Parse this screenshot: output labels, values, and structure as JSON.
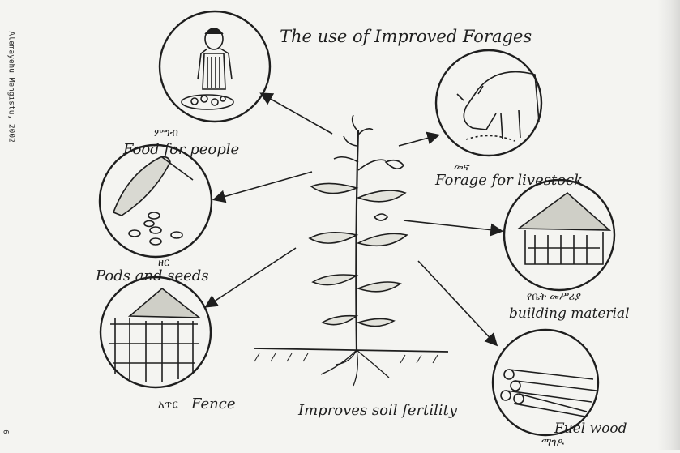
{
  "title": "The use of Improved Forages",
  "side_text": "Alemayehu Mengistu, 2002",
  "page_number": "6",
  "center": {
    "label": "Improves soil fertility"
  },
  "uses": [
    {
      "id": "food",
      "label": "Food for people",
      "amharic": "ምግብ"
    },
    {
      "id": "forage",
      "label": "Forage for livestock",
      "amharic": "መኖ"
    },
    {
      "id": "pods",
      "label": "Pods and seeds",
      "amharic": "ዘር"
    },
    {
      "id": "building",
      "label": "building material",
      "amharic": "የቤት መሥሪያ"
    },
    {
      "id": "fence",
      "label": "Fence",
      "amharic": "አጥር"
    },
    {
      "id": "fuel",
      "label": "Fuel wood",
      "amharic": "ማገዶ"
    }
  ],
  "colors": {
    "ink": "#1e1e1e",
    "paper": "#f4f4f1"
  }
}
